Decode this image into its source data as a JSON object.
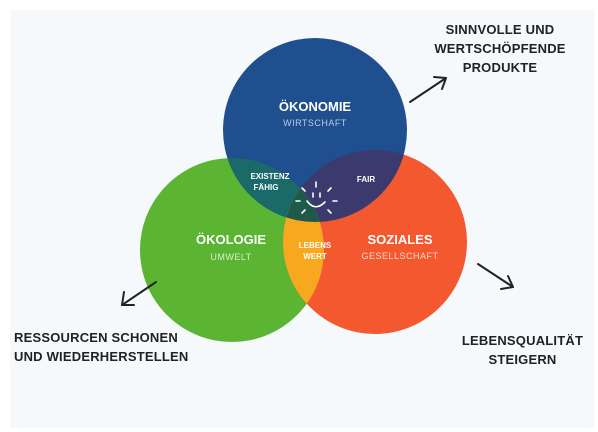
{
  "colors": {
    "oekonomie": "#1f4f8f",
    "oekologie": "#5cb433",
    "soziales": "#f4582e",
    "existenzfaehig": "#1a6a6a",
    "fair": "#3b3a6e",
    "lebenswert": "#f7a81f",
    "center": "#1d5a4a",
    "background": "#f5f9fc"
  },
  "circles": {
    "oekonomie": {
      "title": "ÖKONOMIE",
      "subtitle": "WIRTSCHAFT"
    },
    "oekologie": {
      "title": "ÖKOLOGIE",
      "subtitle": "UMWELT"
    },
    "soziales": {
      "title": "SOZIALES",
      "subtitle": "GESELLSCHAFT"
    }
  },
  "intersections": {
    "existenzfaehig": {
      "line1": "EXISTENZ",
      "line2": "FÄHIG"
    },
    "fair": {
      "line1": "FAIR"
    },
    "lebenswert": {
      "line1": "LEBENS",
      "line2": "WERT"
    }
  },
  "center_icon": "smiling-sun-icon",
  "outcomes": {
    "top_right": {
      "line1": "SINNVOLLE UND",
      "line2": "WERTSCHÖPFENDE",
      "line3": "PRODUKTE"
    },
    "bottom_left": {
      "line1": "RESSOURCEN SCHONEN",
      "line2": "UND WIEDERHERSTELLEN"
    },
    "bottom_right": {
      "line1": "LEBENSQUALITÄT",
      "line2": "STEIGERN"
    }
  },
  "arrows": [
    "arrow-up-right-icon",
    "arrow-down-left-icon",
    "arrow-down-right-icon"
  ]
}
